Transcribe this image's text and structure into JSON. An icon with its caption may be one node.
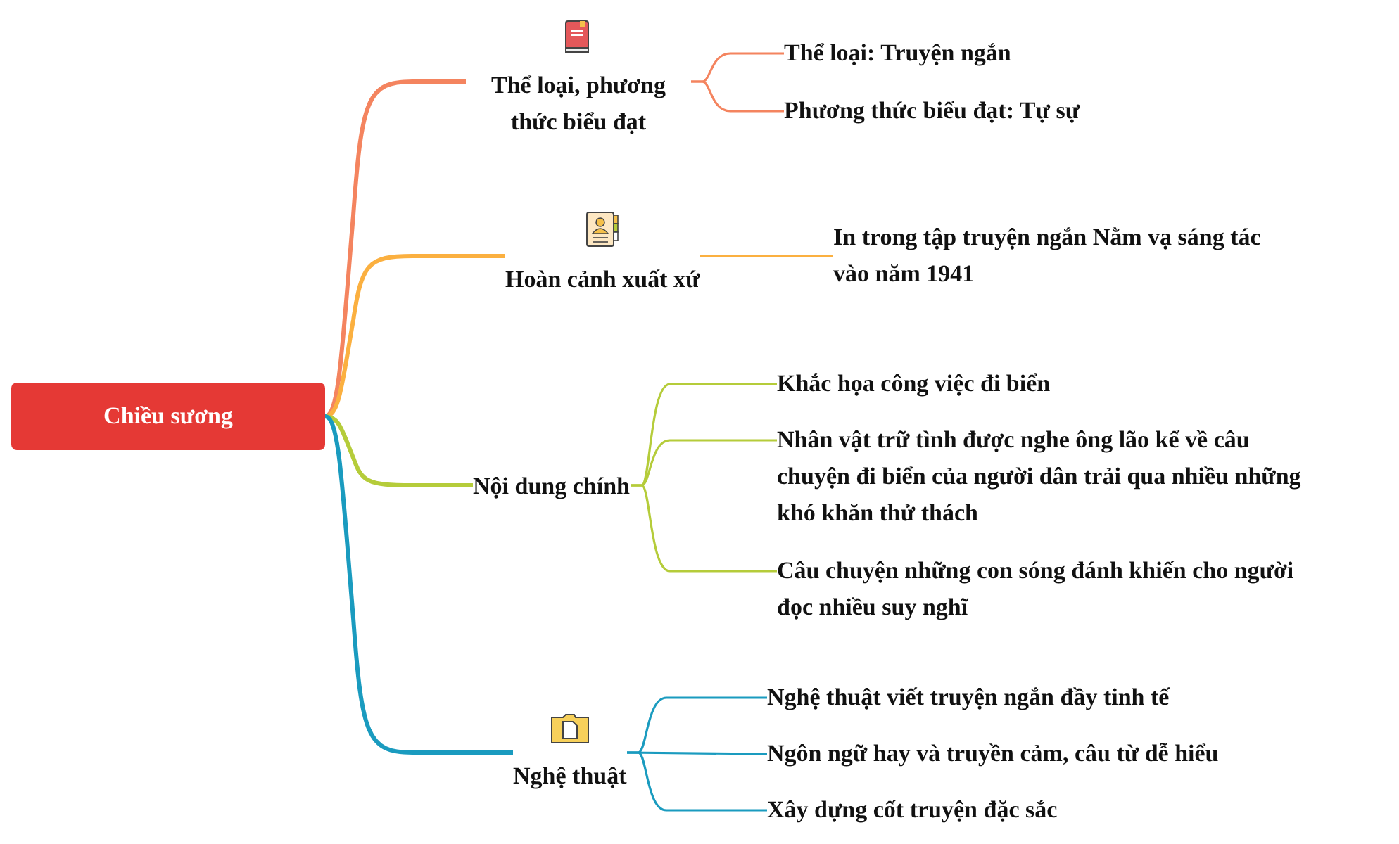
{
  "diagram": {
    "nodes": [
      {
        "text": [
          "Chiều sương"
        ]
      },
      {
        "text": [
          "Thể loại, phương thức biểu đạt"
        ]
      },
      {
        "text": [
          "Hoàn cảnh xuất xứ"
        ]
      },
      {
        "text": [
          "Nội dung chính"
        ]
      },
      {
        "text": [
          "Nghệ thuật"
        ]
      },
      {
        "text": [
          "Thể loại: Truyện ngắn"
        ]
      },
      {
        "text": [
          "Phương thức biểu đạt: Tự sự"
        ]
      },
      {
        "text": [
          "In trong tập truyện ngắn Nằm vạ sáng tác vào năm 1941"
        ]
      },
      {
        "text": [
          "Khắc họa công việc đi biển"
        ]
      },
      {
        "text": [
          "Nhân vật trữ tình được nghe ông lão kể về câu chuyện đi biển của người dân trải qua nhiều những khó khăn thử thách"
        ]
      },
      {
        "text": [
          "Câu chuyện những con sóng đánh khiến cho người đọc nhiều suy nghĩ"
        ]
      },
      {
        "text": [
          "Nghệ thuật viết truyện ngắn đầy tinh tế"
        ]
      },
      {
        "text": [
          "Ngôn ngữ hay và truyền cảm, câu từ dễ hiểu"
        ]
      },
      {
        "text": [
          "Xây dựng cốt truyện đặc sắc"
        ]
      }
    ],
    "edges": [
      {
        "from": 0,
        "to": 1,
        "arrow": "none",
        "color": "#f4845f"
      },
      {
        "from": 0,
        "to": 2,
        "arrow": "none",
        "color": "#fbb040"
      },
      {
        "from": 0,
        "to": 3,
        "arrow": "none",
        "color": "#b5cc3a"
      },
      {
        "from": 0,
        "to": 4,
        "arrow": "none",
        "color": "#1a9bbf"
      },
      {
        "from": 1,
        "to": 5,
        "arrow": "none",
        "color": "#f4845f"
      },
      {
        "from": 1,
        "to": 6,
        "arrow": "none",
        "color": "#f4845f"
      },
      {
        "from": 2,
        "to": 7,
        "arrow": "none",
        "color": "#fbb040"
      },
      {
        "from": 3,
        "to": 8,
        "arrow": "none",
        "color": "#b5cc3a"
      },
      {
        "from": 3,
        "to": 9,
        "arrow": "none",
        "color": "#b5cc3a"
      },
      {
        "from": 3,
        "to": 10,
        "arrow": "none",
        "color": "#b5cc3a"
      },
      {
        "from": 4,
        "to": 11,
        "arrow": "none",
        "color": "#1a9bbf"
      },
      {
        "from": 4,
        "to": 12,
        "arrow": "none",
        "color": "#1a9bbf"
      },
      {
        "from": 4,
        "to": 13,
        "arrow": "none",
        "color": "#1a9bbf"
      }
    ]
  }
}
